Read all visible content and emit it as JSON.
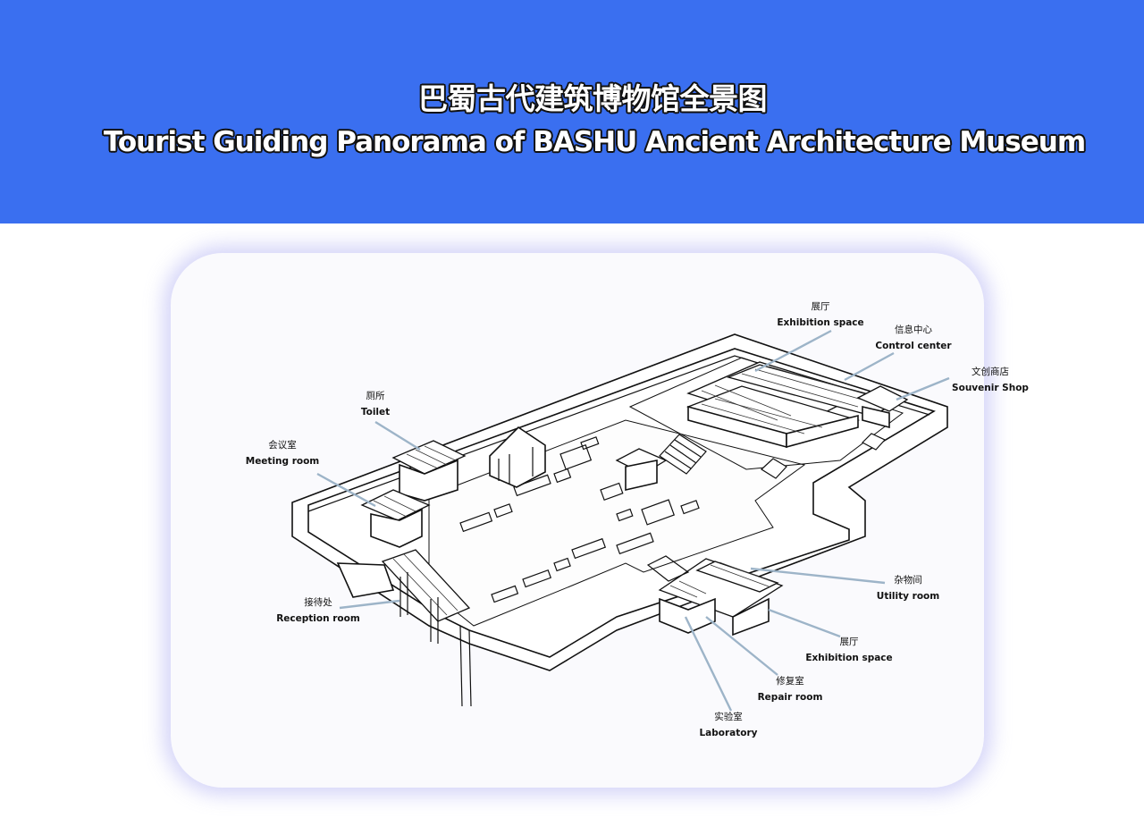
{
  "header": {
    "title_cn": "巴蜀古代建筑博物馆全景图",
    "title_en": "Tourist Guiding Panorama of BASHU Ancient Architecture Museum",
    "background_color": "#3a6ff0"
  },
  "map": {
    "labels": [
      {
        "id": "toilet",
        "cn": "厕所",
        "en": "Toilet"
      },
      {
        "id": "meeting",
        "cn": "会议室",
        "en": "Meeting room"
      },
      {
        "id": "reception",
        "cn": "接待处",
        "en": "Reception room"
      },
      {
        "id": "exhibition-top",
        "cn": "展厅",
        "en": "Exhibition space"
      },
      {
        "id": "control",
        "cn": "信息中心",
        "en": "Control center"
      },
      {
        "id": "souvenir",
        "cn": "文创商店",
        "en": "Souvenir Shop"
      },
      {
        "id": "utility",
        "cn": "杂物间",
        "en": "Utility room"
      },
      {
        "id": "exhibition-bottom",
        "cn": "展厅",
        "en": "Exhibition space"
      },
      {
        "id": "repair",
        "cn": "修复室",
        "en": "Repair room"
      },
      {
        "id": "laboratory",
        "cn": "实验室",
        "en": "Laboratory"
      }
    ],
    "leader_color": "#9db4c8"
  }
}
